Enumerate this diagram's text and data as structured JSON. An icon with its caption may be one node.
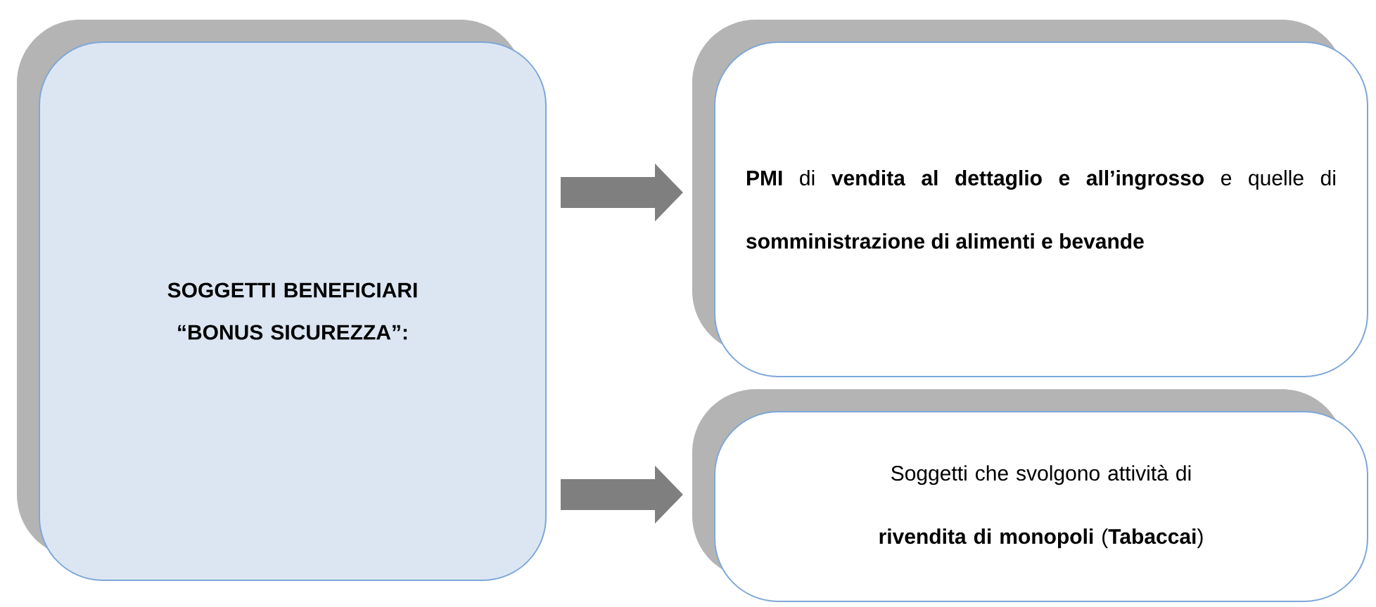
{
  "diagram": {
    "nodes": [
      {
        "text": [
          "SOGGETTI BENEFICIARI “BONUS SICUREZZA”:"
        ]
      },
      {
        "text": [
          "**PMI** di **vendita al dettaglio e all’ingrosso** e quelle di **somministrazione di alimenti e bevande**"
        ]
      },
      {
        "text": [
          "Soggetti che svolgono attività di **rivendita di monopoli** (**Tabaccai**)"
        ]
      }
    ],
    "edges": [
      {
        "from": 0,
        "to": 1,
        "arrow": "to"
      },
      {
        "from": 0,
        "to": 2,
        "arrow": "to"
      }
    ]
  }
}
